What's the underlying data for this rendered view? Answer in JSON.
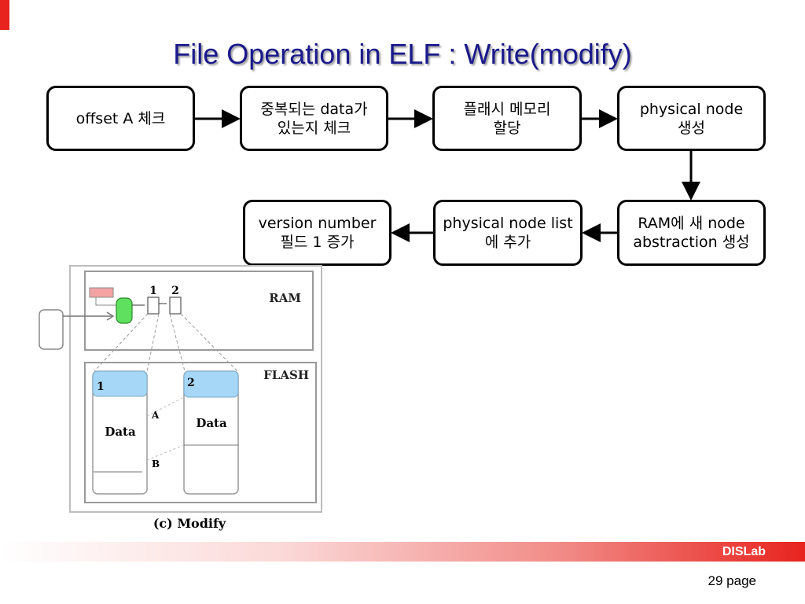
{
  "title": "File Operation in ELF : Write(modify)",
  "steps": [
    "offset A 체크",
    "중복되는 data가\n있는지 체크",
    "플래시 메모리\n할당",
    "physical node\n생성",
    "RAM에 새 node\nabstraction 생성",
    "physical node list\n에 추가",
    "version number\n필드 1 증가"
  ],
  "figure": {
    "ram_label": "RAM",
    "flash_label": "FLASH",
    "node_labels": [
      "1",
      "2"
    ],
    "block_labels": [
      "1",
      "2"
    ],
    "data_labels": [
      "Data",
      "Data"
    ],
    "pointer_labels": [
      "A",
      "B"
    ],
    "caption": "(c) Modify"
  },
  "footer": {
    "brand": "DISLab",
    "page": "29 page"
  }
}
